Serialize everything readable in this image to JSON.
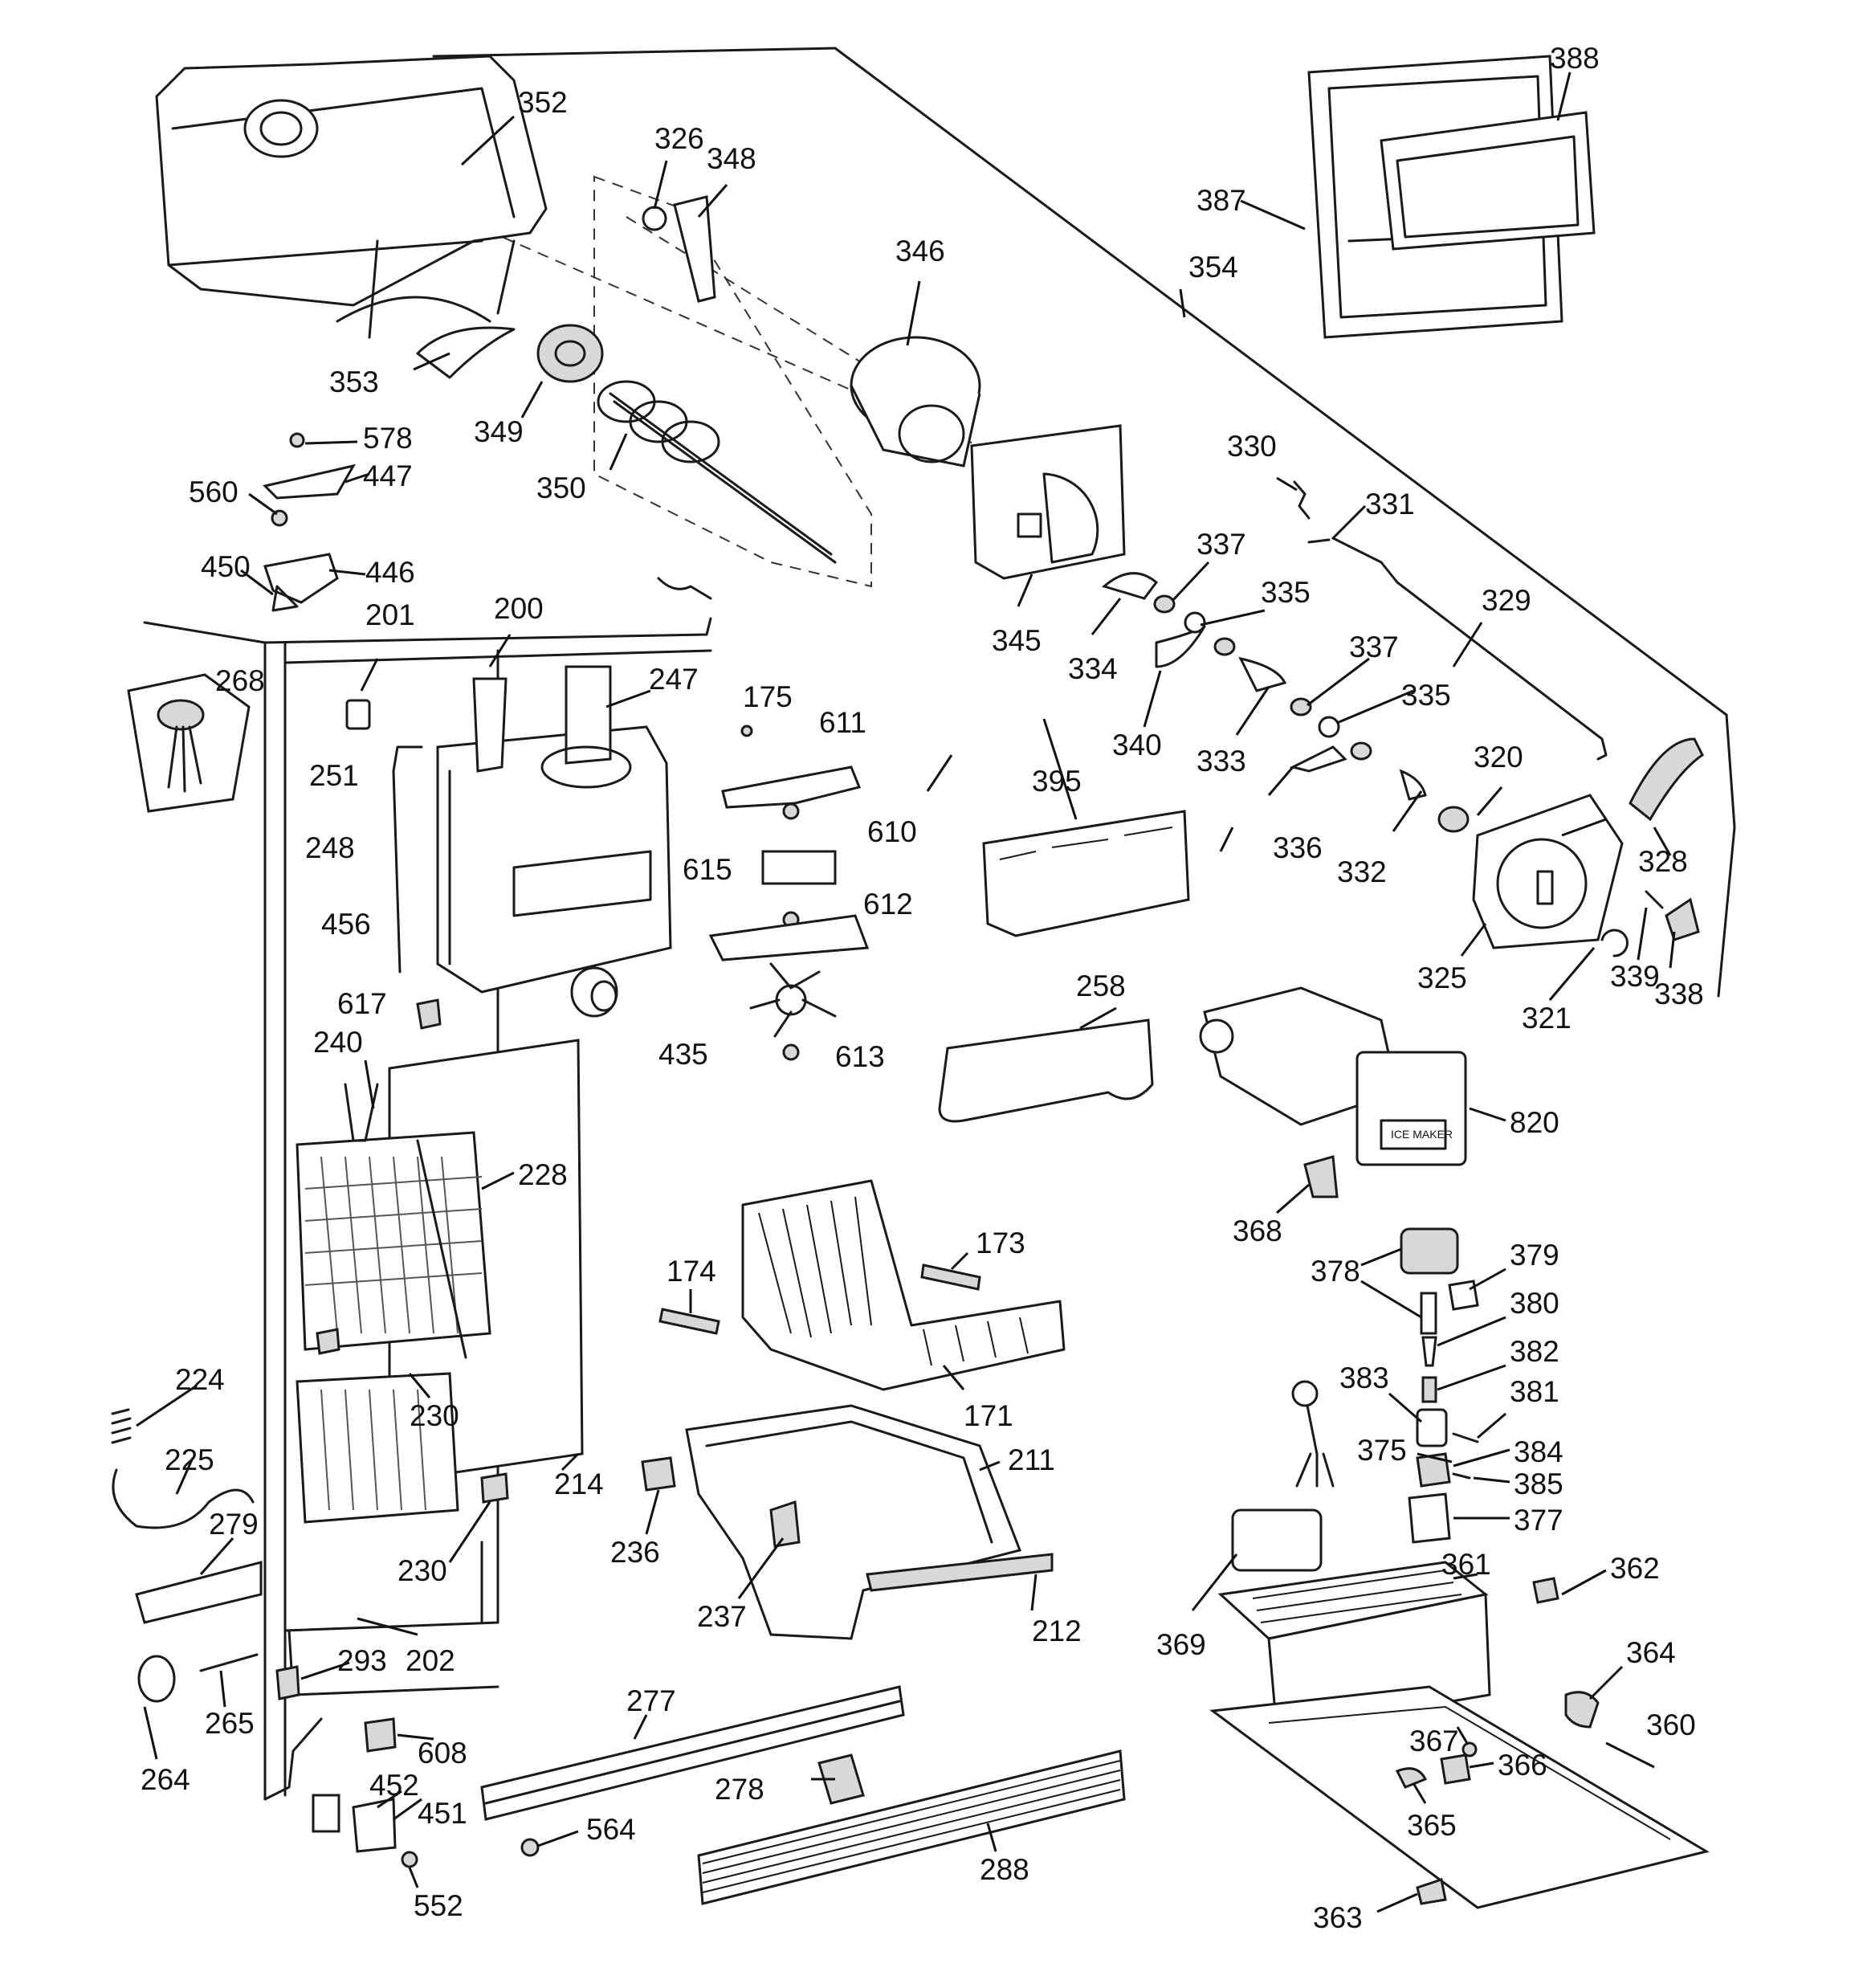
{
  "part_labels": {
    "p352": "352",
    "p326": "326",
    "p348": "348",
    "p346": "346",
    "p354": "354",
    "p388": "388",
    "p387": "387",
    "p353": "353",
    "p349": "349",
    "p350": "350",
    "p578": "578",
    "p447": "447",
    "p560": "560",
    "p446": "446",
    "p450": "450",
    "p330": "330",
    "p331": "331",
    "p337a": "337",
    "p335a": "335",
    "p345": "345",
    "p334": "334",
    "p329": "329",
    "p337b": "337",
    "p335b": "335",
    "p340": "340",
    "p333": "333",
    "p201": "201",
    "p200": "200",
    "p247": "247",
    "p268": "268",
    "p251": "251",
    "p175": "175",
    "p611": "611",
    "p610": "610",
    "p615": "615",
    "p612": "612",
    "p613": "613",
    "p248": "248",
    "p456": "456",
    "p617": "617",
    "p435": "435",
    "p395": "395",
    "p336": "336",
    "p332": "332",
    "p320": "320",
    "p328": "328",
    "p325": "325",
    "p339": "339",
    "p321": "321",
    "p338": "338",
    "p258": "258",
    "p820": "820",
    "p240": "240",
    "p228": "228",
    "p368": "368",
    "p378": "378",
    "p379": "379",
    "p380": "380",
    "p382": "382",
    "p381": "381",
    "p383": "383",
    "p375": "375",
    "p384": "384",
    "p385": "385",
    "p377": "377",
    "p174": "174",
    "p173": "173",
    "p171": "171",
    "p224": "224",
    "p225": "225",
    "p230a": "230",
    "p230b": "230",
    "p214": "214",
    "p211": "211",
    "p236": "236",
    "p279": "279",
    "p237": "237",
    "p212": "212",
    "p361": "361",
    "p362": "362",
    "p369": "369",
    "p202": "202",
    "p293": "293",
    "p265": "265",
    "p264": "264",
    "p608": "608",
    "p452": "452",
    "p451": "451",
    "p552": "552",
    "p277": "277",
    "p278": "278",
    "p564": "564",
    "p288": "288",
    "p364": "364",
    "p360": "360",
    "p367": "367",
    "p366": "366",
    "p365": "365",
    "p363": "363"
  },
  "ice_maker_cover_text": "ICE MAKER"
}
